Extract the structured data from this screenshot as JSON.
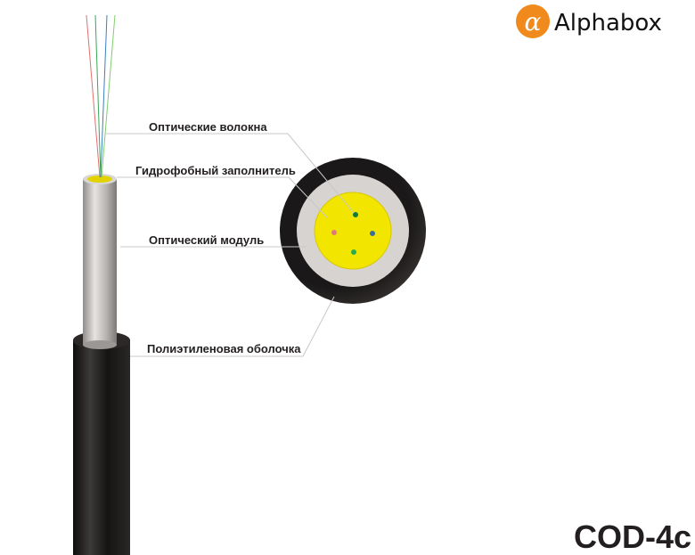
{
  "brand": {
    "name": "Alphabox",
    "color": "#f08a1c"
  },
  "model": "COD-4c",
  "labels": {
    "fibers": "Оптические волокна",
    "filler": "Гидрофобный заполнитель",
    "module": "Оптический модуль",
    "sheath": "Полиэтиленовая оболочка"
  },
  "colors": {
    "fiber_red": "#e07070",
    "fiber_green": "#3aa65a",
    "fiber_blue": "#3a7fbf",
    "fiber_light_green": "#7fcf6f",
    "gel": "#f2e600",
    "module": "#d6d3d0",
    "sheath": "#1c1a19"
  }
}
